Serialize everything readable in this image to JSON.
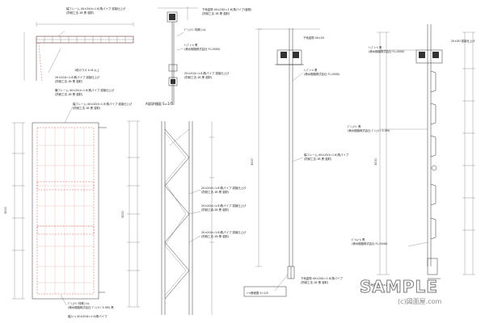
{
  "views": {
    "top_plan": {
      "callout_1": "幅フレーム 40×20(t=1.6)角パイプ 溶接仕上げ",
      "callout_1b": "(防錆工法-1B 黒 溶射)",
      "callout_2": "1枚ガラス t=8 以上",
      "callout_3": "20×20(t=1.6)角パイプ 溶接仕上げ",
      "callout_4": "(防錆工法-1B 黒 溶射)",
      "callout_5": "横フレーム 40×20(t=1.6)角パイプ 溶接仕上げ",
      "callout_6": "(防錆工法-1B 黒 溶射)"
    },
    "section_small": {
      "callout_1": "下地金物 40×20(t=1.6)角パイプ(亜鉛)",
      "callout_2": "(防錆工法-1B 黒 溶射)",
      "callout_3": "ﾃﾞｼｭﾗｲﾝ 特殊ﾌｨﾙﾑ",
      "callout_4": "ﾄｯﾌﾟﾚｰﾙ 黒",
      "callout_5": "(積水樹脂株式会社 FL-0000)",
      "callout_6": "20×20(t=1.6)角パイプ 溶接仕上げ",
      "callout_7": "(防錆工法-1B 黒 溶射)",
      "scale_label": "A部詳細図 S=1/5"
    },
    "elevation": {
      "callout_1": "幅フレーム 40×20(t=1.6)角パイプ 溶接仕上げ",
      "callout_2": "(防錆工法-1B 黒 溶射)",
      "dimension_main": "3000"
    },
    "lattice": {
      "callout_1": "20×20(t=1.6)角パイプ 溶接仕上げ",
      "callout_2": "(防錆工法-1B 黒 溶射)",
      "callout_3": "20×20(t=1.6)角パイプ 溶接仕上げ",
      "callout_4": "(防錆工法-1B 黒 溶射)",
      "callout_5": "20×20(t=1.6)角パイプ 溶接仕上げ",
      "callout_6": "(防錆工法-1B 黒 溶射)",
      "bottom_1": "ﾃﾞｼｭﾗｲﾝ 特殊ﾌｨﾙﾑ",
      "bottom_2": "(積水樹脂株式会社 ﾃﾞｼｭﾗｲﾝ 5.5M) 黒",
      "bottom_3": "幅ﾌﾚｰﾑ 40×20(t=1.6)角パイプ",
      "dimension_main": "3000"
    },
    "right_section": {
      "top_label": "下地金物 40×20",
      "callout_1": "ﾄｯﾌﾟﾚｰﾙ 黒",
      "callout_2": "(積水樹脂株式会社 FL-0000)",
      "callout_3": "ﾃﾞｼｭﾗｲﾝ 黒",
      "callout_4": "(積水樹脂株式会社 ﾃﾞｼｭﾗｲﾝ 5.5M)",
      "callout_5": "幅フレーム 40×20(t=1.6)角パイプ",
      "callout_6": "(防錆工法-1B 黒 溶射)",
      "callout_7": "ﾎﾞﾄﾑﾚｰﾙ 黒",
      "callout_8": "(積水樹脂株式会社 FL-0040)",
      "callout_9": "下地金物 40×20(t=1.6)角パイプ",
      "callout_10": "(防錆工法-1B 黒 溶射)",
      "side_1": "20×30 溶接仕上げ",
      "side_2": "ﾄｯﾌﾟﾚｰﾙ 黒",
      "side_3": "(積水樹脂株式会社 FL-0000)",
      "dimension_main": "3000",
      "scale_label": "ｼｰﾙ断面図 S=1/5",
      "bottom_label": "下地金物 40×20"
    }
  },
  "watermark": {
    "text": "SAMPLE",
    "sub": "(c)図面屋.com"
  }
}
